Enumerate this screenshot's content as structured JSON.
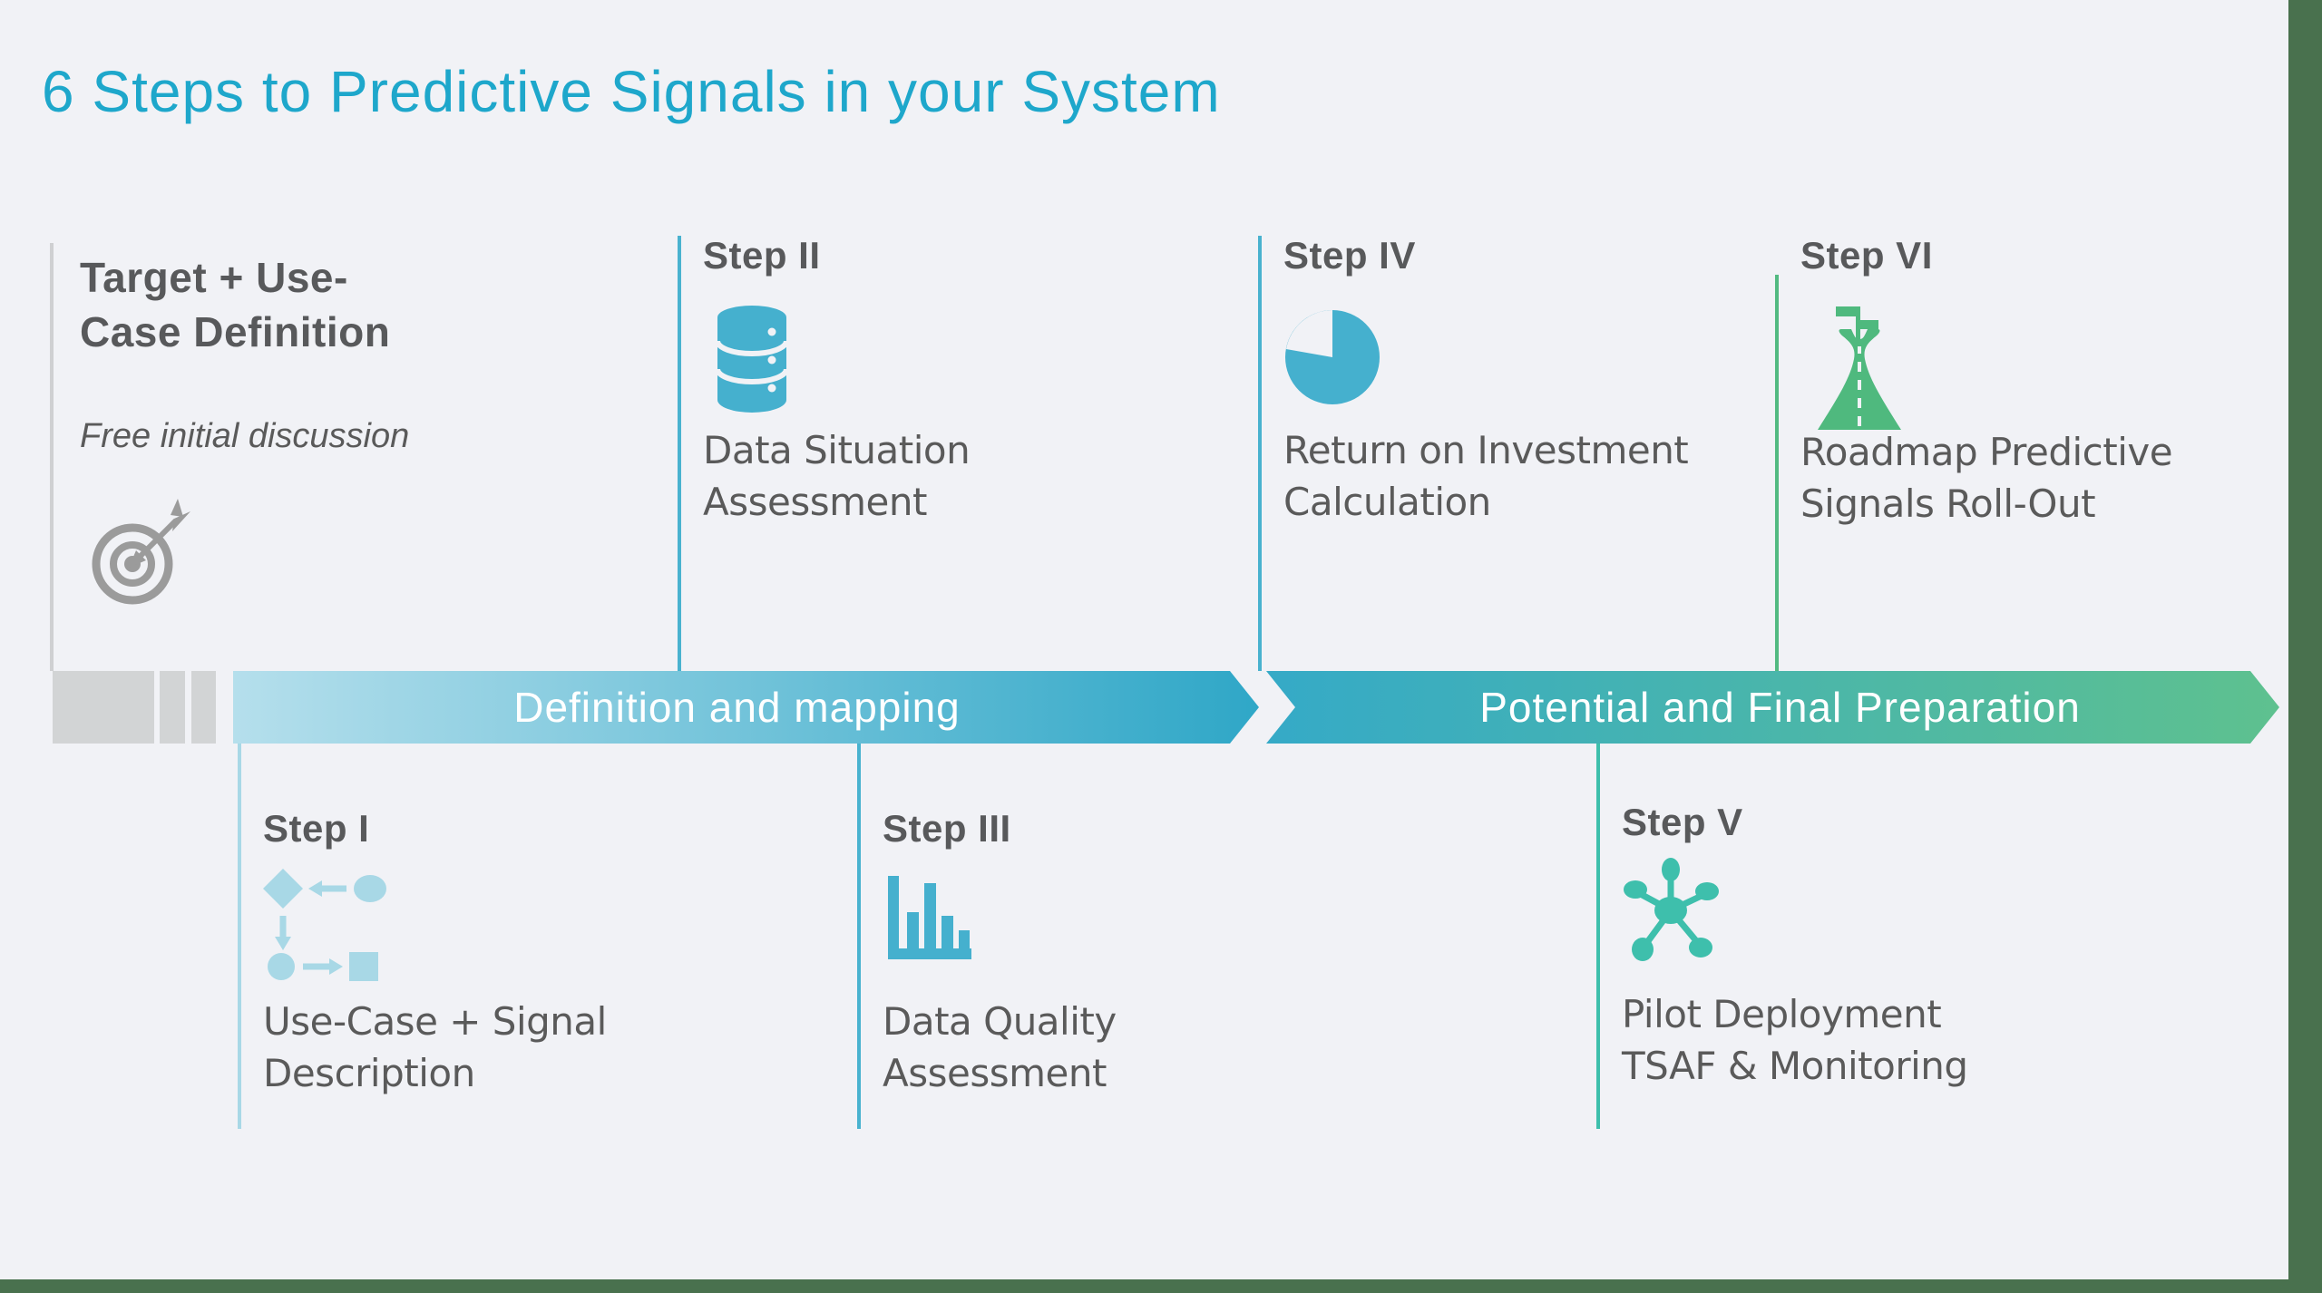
{
  "title": "6 Steps to Predictive Signals in your System",
  "target_card": {
    "heading": "Target + Use-\nCase Definition",
    "subtitle": "Free initial discussion",
    "icon": "target-bullseye-icon"
  },
  "banner": {
    "segment1": {
      "label": "Definition and mapping",
      "gradient_from": "#B5DFEC",
      "gradient_to": "#2FA7C7"
    },
    "segment2": {
      "label": "Potential and Final Preparation",
      "gradient_from": "#35AAC7",
      "gradient_to": "#5EC18F"
    }
  },
  "steps": [
    {
      "label": "Step I",
      "description": "Use-Case + Signal\nDescription",
      "icon": "flowchart-icon",
      "row": "bottom",
      "accent": "#A8D8E6"
    },
    {
      "label": "Step II",
      "description": "Data Situation\nAssessment",
      "icon": "database-icon",
      "row": "top",
      "accent": "#49B2CF"
    },
    {
      "label": "Step III",
      "description": "Data Quality\nAssessment",
      "icon": "bar-chart-icon",
      "row": "bottom",
      "accent": "#49B2CF"
    },
    {
      "label": "Step IV",
      "description": "Return on Investment\nCalculation",
      "icon": "pie-chart-icon",
      "row": "top",
      "accent": "#49B2CF"
    },
    {
      "label": "Step V",
      "description": "Pilot Deployment\nTSAF & Monitoring",
      "icon": "network-icon",
      "row": "bottom",
      "accent": "#3FBFAD"
    },
    {
      "label": "Step VI",
      "description": "Roadmap Predictive\nSignals Roll-Out",
      "icon": "road-fork-icon",
      "row": "top",
      "accent": "#52BA81"
    }
  ],
  "colors": {
    "background": "#F1F2F6",
    "title_blue": "#1EA7CB",
    "heading_gray": "#58595B",
    "body_gray": "#5A5A5A",
    "teal": "#45B0CE",
    "light_blue": "#A8D8E6",
    "green": "#4FB97E",
    "teal_green": "#3EBFAC",
    "dark_green_border": "#49714E",
    "gray_block": "#D2D4D5",
    "icon_gray": "#9B9B9B"
  }
}
